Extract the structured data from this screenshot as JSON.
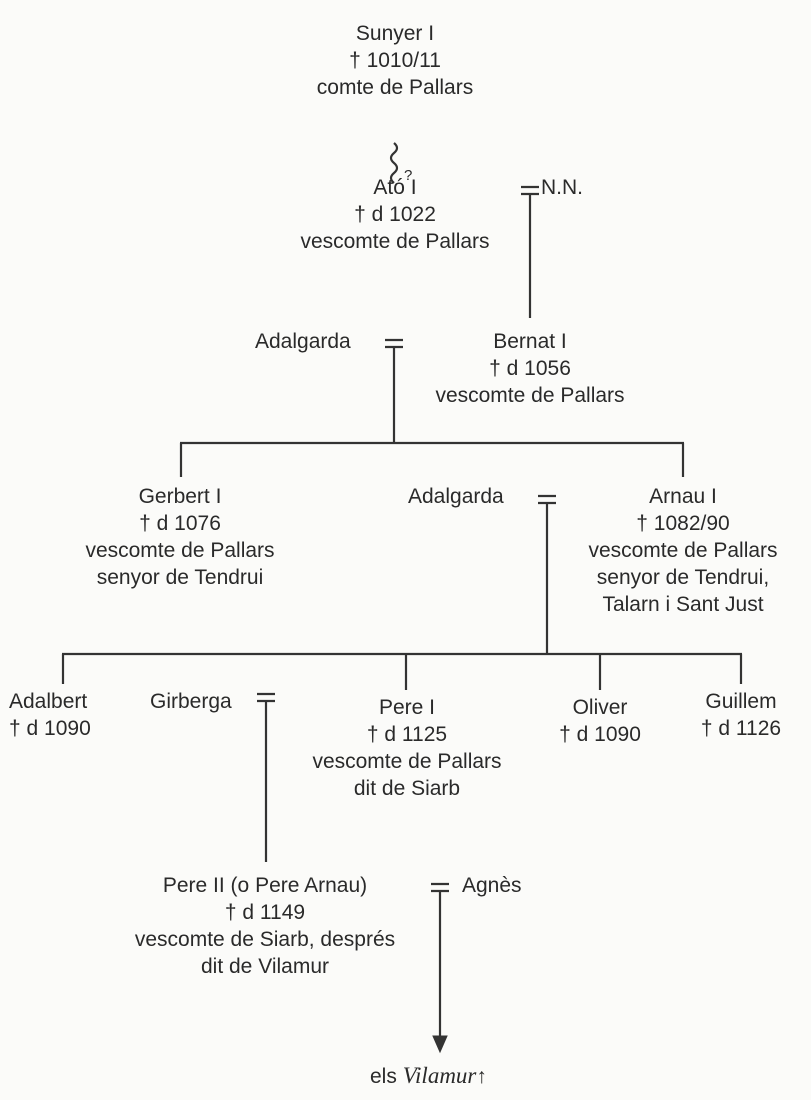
{
  "diagram": {
    "type": "genealogical-tree",
    "nodes": {
      "sunyer": {
        "name": "Sunyer I",
        "death": "† 1010/11",
        "title": "comte de Pallars"
      },
      "uncertain_mark": "?",
      "ato": {
        "name": "Ató I",
        "death": "† d 1022",
        "title": "vescomte de Pallars"
      },
      "nn": {
        "name": "N.N."
      },
      "adalgarda1": {
        "name": "Adalgarda"
      },
      "bernat": {
        "name": "Bernat I",
        "death": "† d 1056",
        "title": "vescomte de Pallars"
      },
      "gerbert": {
        "name": "Gerbert I",
        "death": "† d 1076",
        "title": "vescomte de Pallars",
        "title2": "senyor de Tendrui"
      },
      "adalgarda2": {
        "name": "Adalgarda"
      },
      "arnau": {
        "name": "Arnau I",
        "death": "† 1082/90",
        "title": "vescomte de Pallars",
        "title2": "senyor de Tendrui,",
        "title3": "Talarn i Sant Just"
      },
      "adalbert": {
        "name": "Adalbert",
        "death": "† d 1090"
      },
      "girberga": {
        "name": "Girberga"
      },
      "pere1": {
        "name": "Pere I",
        "death": "† d 1125",
        "title": "vescomte de Pallars",
        "title2": "dit de Siarb"
      },
      "oliver": {
        "name": "Oliver",
        "death": "† d 1090"
      },
      "guillem": {
        "name": "Guillem",
        "death": "† d 1126"
      },
      "pere2": {
        "name": "Pere II (o Pere Arnau)",
        "death": "† d 1149",
        "title": "vescomte de Siarb, després",
        "title2": "dit de Vilamur"
      },
      "agnes": {
        "name": "Agnès"
      },
      "descendants": {
        "prefix": "els",
        "name": "Vilamur",
        "suffix": "↑"
      }
    },
    "marriage_symbol": "="
  }
}
